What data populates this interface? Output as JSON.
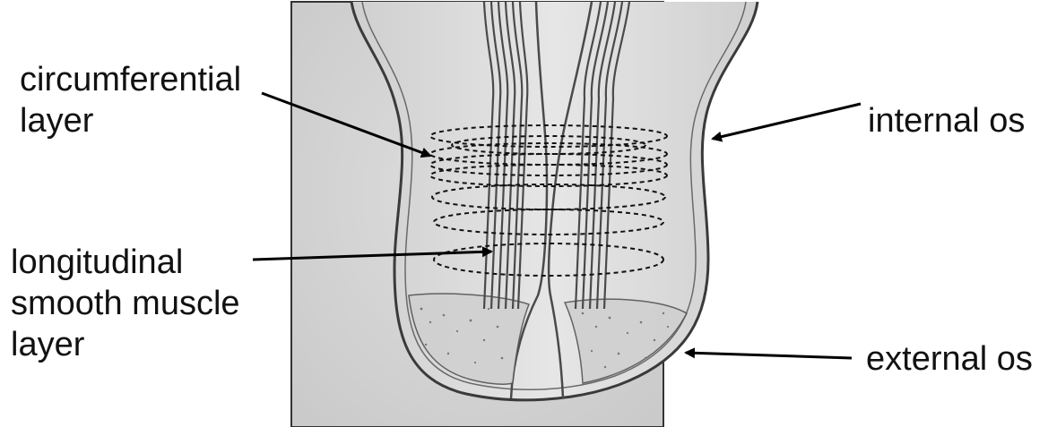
{
  "labels": {
    "circumferential": [
      "circumferential",
      "layer"
    ],
    "longitudinal": [
      "longitudinal",
      "smooth muscle",
      "layer"
    ],
    "internal_os": "internal os",
    "external_os": "external os"
  },
  "colors": {
    "photo_background": "#d6d6d6",
    "tissue_outline": "#3a3a3a",
    "muscle_fiber": "#4a4a4a",
    "annotation": "#000000"
  }
}
